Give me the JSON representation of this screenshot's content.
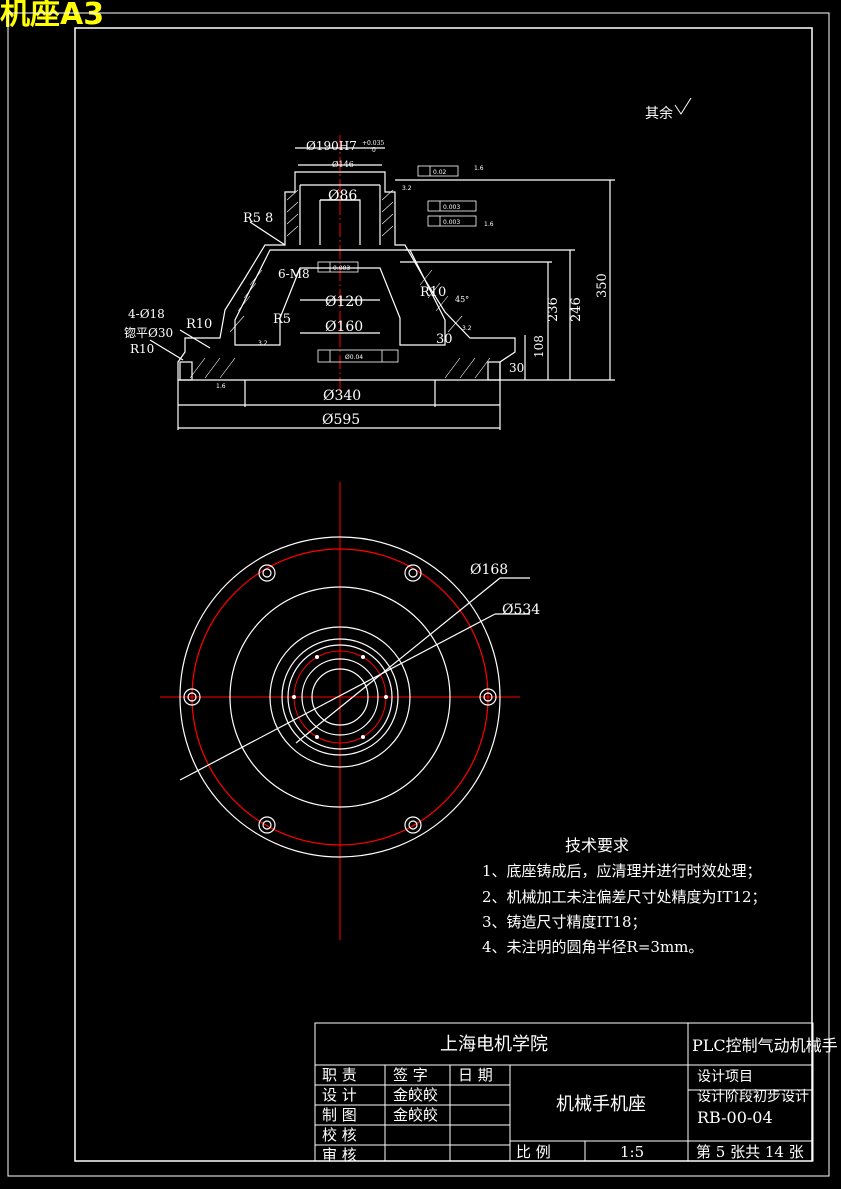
{
  "sheet_title": "机座A3",
  "surface_note": "其余",
  "front_view": {
    "dimensions": {
      "bore_main": "Ø190H7",
      "bore_tol_upper": "+0.035",
      "bore_tol_lower": "0",
      "d146": "Ø146",
      "d86": "Ø86",
      "r5_top": "R5",
      "chamfer_8": "8",
      "thread_m8": "6-M8",
      "d120": "Ø120",
      "r10_right": "R10",
      "r5_inner": "R5",
      "d160": "Ø160",
      "holes": "4-Ø18",
      "counterbore": "锪平Ø30",
      "r10_left": "R10",
      "d340": "Ø340",
      "d595": "Ø595",
      "h350": "350",
      "h246": "246",
      "h236": "236",
      "h108": "108",
      "t30a": "30",
      "t30b": "30",
      "angle45": "45°"
    },
    "tolerance_frames": {
      "perp_top": "0.02",
      "par": "0.003",
      "perp_mid": "0.003",
      "perp_inner": "0.003",
      "concentric": "Ø0.04"
    },
    "roughness": {
      "r1": "1.6",
      "r2": "1.6",
      "r3": "3.2",
      "r4": "3.2",
      "r5": "1.6",
      "r6": "3.2"
    }
  },
  "top_view": {
    "d168": "Ø168",
    "d534": "Ø534"
  },
  "tech_requirements": {
    "title": "技术要求",
    "items": [
      "1、底座铸成后，应清理并进行时效处理；",
      "2、机械加工未注偏差尺寸处精度为IT12；",
      "3、铸造尺寸精度IT18；",
      "4、未注明的圆角半径R=3mm。"
    ]
  },
  "title_block": {
    "school": "上海电机学院",
    "project": "PLC控制气动机械手",
    "headers": [
      "职 责",
      "签 字",
      "日 期"
    ],
    "roles": [
      "设 计",
      "制 图",
      "校 核",
      "审 核"
    ],
    "signatures": [
      "金皎皎",
      "金皎皎"
    ],
    "part_name": "机械手机座",
    "design_item_label": "设计项目",
    "design_stage": "设计阶段初步设计",
    "drawing_no": "RB-00-04",
    "scale_label": "比 例",
    "scale_value": "1:5",
    "sheet_info": "第 5 张共 14 张"
  },
  "colors": {
    "line": "#ffffff",
    "center": "#ff0000",
    "title": "#ffff00",
    "background": "#000000"
  }
}
